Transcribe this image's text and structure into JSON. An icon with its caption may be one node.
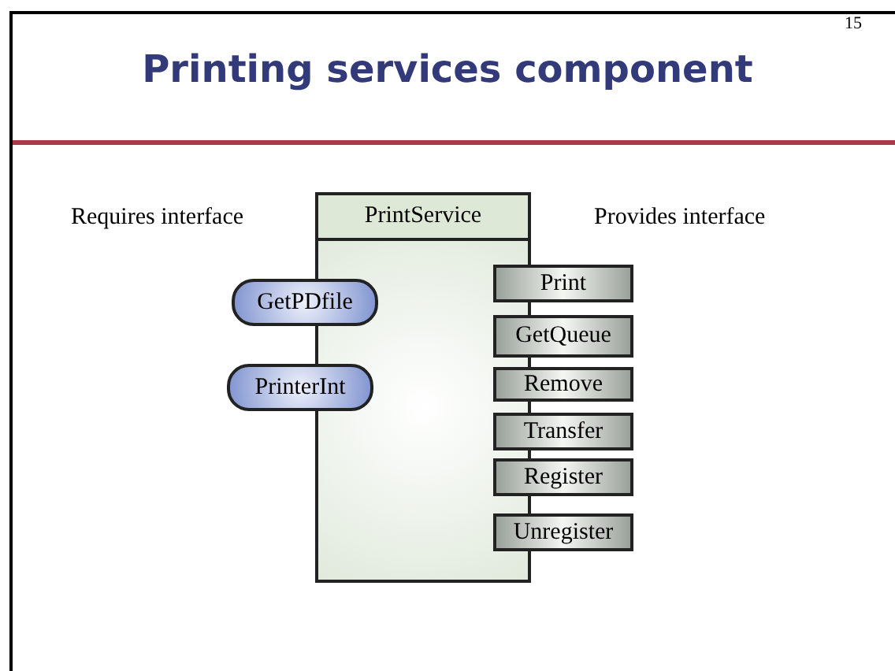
{
  "diagram": {
    "title": "Printing services component",
    "nodes": [
      {
        "text": [
          "PrintService"
        ]
      },
      {
        "text": [
          "GetPDfile"
        ]
      },
      {
        "text": [
          "PrinterInt"
        ]
      },
      {
        "text": [
          "Print"
        ]
      },
      {
        "text": [
          "GetQueue"
        ]
      },
      {
        "text": [
          "Remove"
        ]
      },
      {
        "text": [
          "Transfer"
        ]
      },
      {
        "text": [
          "Register"
        ]
      },
      {
        "text": [
          "Unregister"
        ]
      }
    ],
    "labels": [
      "15",
      "Requires interface",
      "Provides interface"
    ]
  }
}
